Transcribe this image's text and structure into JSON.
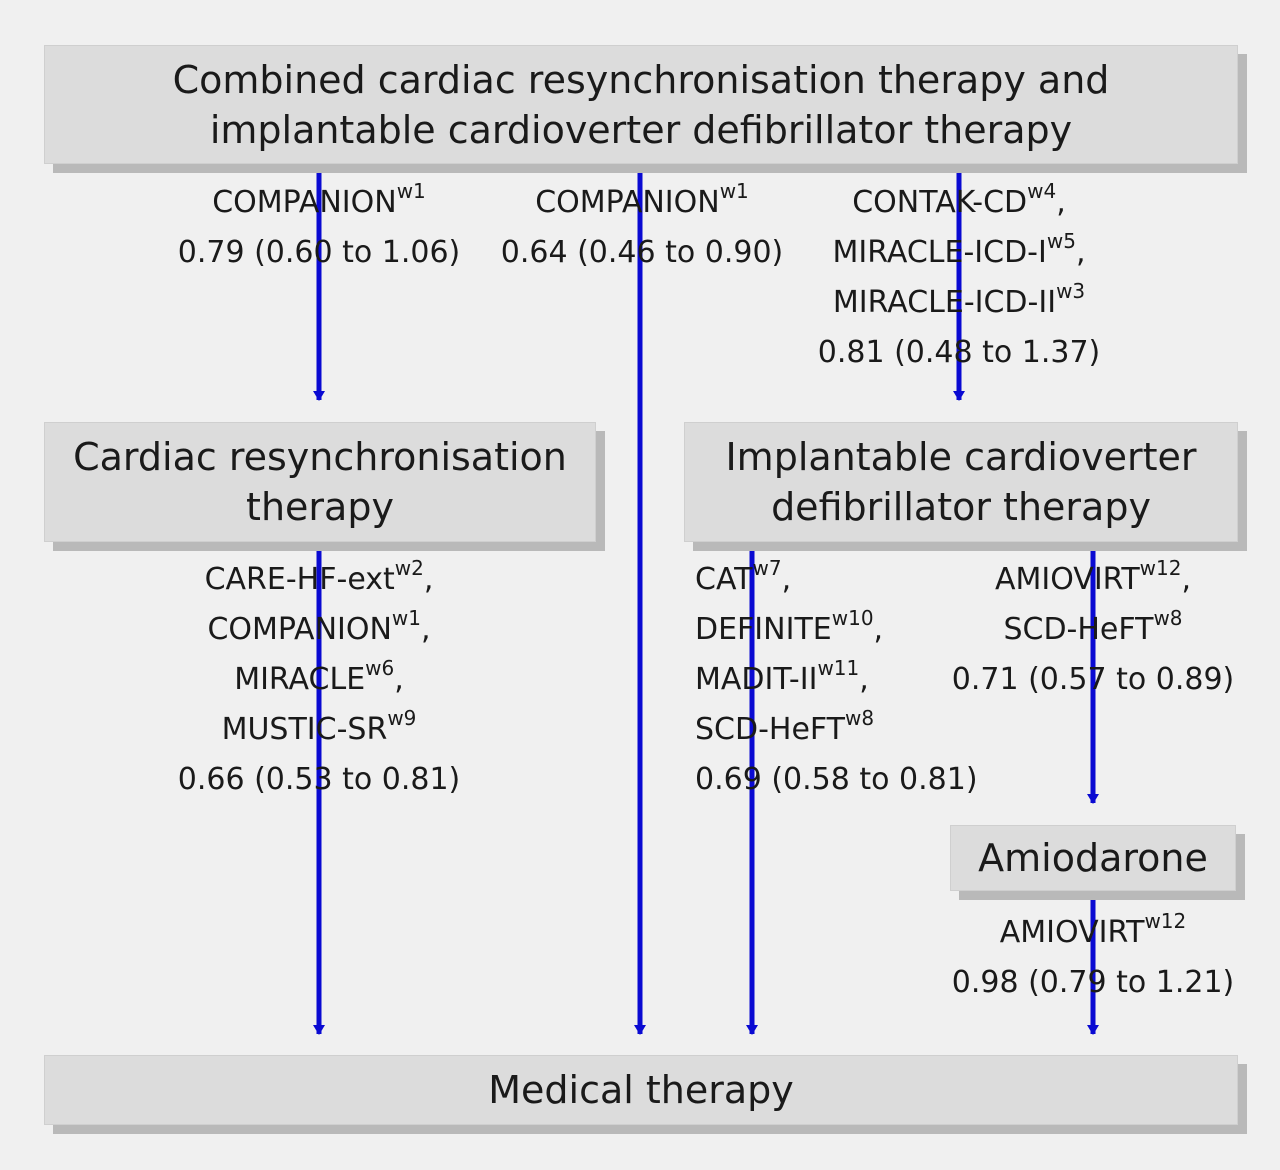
{
  "boxes": {
    "combined": {
      "line1": "Combined cardiac resynchronisation therapy and",
      "line2": "implantable cardioverter defibrillator therapy"
    },
    "crt": {
      "line1": "Cardiac resynchronisation",
      "line2": "therapy"
    },
    "icd": {
      "line1": "Implantable cardioverter",
      "line2": "defibrillator therapy"
    },
    "amiodarone": {
      "line1": "Amiodarone"
    },
    "medical": {
      "line1": "Medical therapy"
    }
  },
  "edges": {
    "combined_to_crt": {
      "trials": [
        {
          "name": "COMPANION",
          "ref": "w1",
          "sep": ""
        }
      ],
      "result": "0.79 (0.60 to 1.06)"
    },
    "combined_to_medical": {
      "trials": [
        {
          "name": "COMPANION",
          "ref": "w1",
          "sep": ""
        }
      ],
      "result": "0.64 (0.46 to 0.90)"
    },
    "combined_to_icd": {
      "trials": [
        {
          "name": "CONTAK-CD",
          "ref": "w4",
          "sep": ","
        },
        {
          "name": "MIRACLE-ICD-I",
          "ref": "w5",
          "sep": ","
        },
        {
          "name": "MIRACLE-ICD-II",
          "ref": "w3",
          "sep": ""
        }
      ],
      "result": "0.81 (0.48 to 1.37)"
    },
    "crt_to_medical": {
      "trials": [
        {
          "name": "CARE-HF-ext",
          "ref": "w2",
          "sep": ","
        },
        {
          "name": "COMPANION",
          "ref": "w1",
          "sep": ","
        },
        {
          "name": "MIRACLE",
          "ref": "w6",
          "sep": ","
        },
        {
          "name": "MUSTIC-SR",
          "ref": "w9",
          "sep": ""
        }
      ],
      "result": "0.66 (0.53 to 0.81)"
    },
    "icd_to_medical": {
      "trials": [
        {
          "name": "CAT",
          "ref": "w7",
          "sep": ","
        },
        {
          "name": "DEFINITE",
          "ref": "w10",
          "sep": ","
        },
        {
          "name": "MADIT-II",
          "ref": "w11",
          "sep": ","
        },
        {
          "name": "SCD-HeFT",
          "ref": "w8",
          "sep": ""
        }
      ],
      "result": "0.69 (0.58 to 0.81)"
    },
    "icd_to_amiodarone": {
      "trials": [
        {
          "name": "AMIOVIRT",
          "ref": "w12",
          "sep": ","
        },
        {
          "name": "SCD-HeFT",
          "ref": "w8",
          "sep": ""
        }
      ],
      "result": "0.71 (0.57 to 0.89)"
    },
    "amiodarone_to_medical": {
      "trials": [
        {
          "name": "AMIOVIRT",
          "ref": "w12",
          "sep": ""
        }
      ],
      "result": "0.98 (0.79 to 1.21)"
    }
  },
  "colors": {
    "arrow": "#0a0ad2",
    "box_fill": "#dcdcdc",
    "box_shadow": "#b9b9b9",
    "background": "#f0f0f0"
  }
}
